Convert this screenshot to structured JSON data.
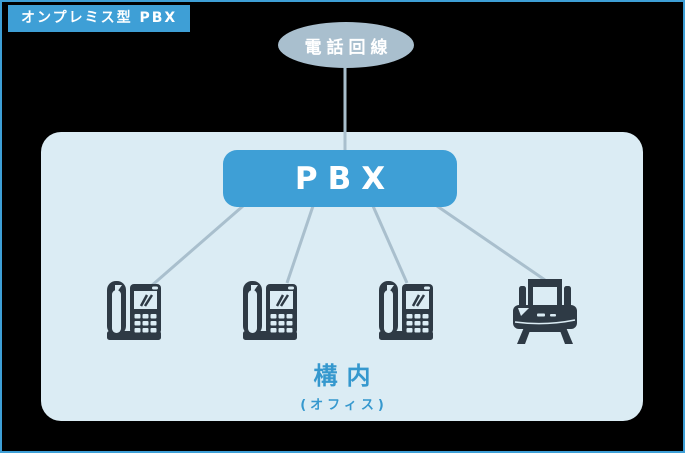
{
  "badge": {
    "label": "オンプレミス型 PBX"
  },
  "nodes": {
    "phone_line": {
      "label": "電話回線"
    },
    "pbx": {
      "label": "PBX"
    }
  },
  "area": {
    "title": "構内",
    "subtitle": "(オフィス)"
  },
  "devices": [
    {
      "name": "desk-phone-1",
      "type": "desk-phone"
    },
    {
      "name": "desk-phone-2",
      "type": "desk-phone"
    },
    {
      "name": "desk-phone-3",
      "type": "desk-phone"
    },
    {
      "name": "printer",
      "type": "printer-fax"
    }
  ],
  "connections": [
    {
      "from": "phone-line",
      "to": "pbx"
    },
    {
      "from": "pbx",
      "to": "desk-phone-1"
    },
    {
      "from": "pbx",
      "to": "desk-phone-2"
    },
    {
      "from": "pbx",
      "to": "desk-phone-3"
    },
    {
      "from": "pbx",
      "to": "printer"
    }
  ],
  "colors": {
    "accent_blue": "#3E9FD6",
    "node_gray_blue": "#A9BFCE",
    "connector_gray": "#A9BCC8",
    "office_panel_blue": "#DBECF4",
    "icon_dark": "#2E3A45",
    "area_text_blue": "#3598CE",
    "background": "#000000"
  }
}
